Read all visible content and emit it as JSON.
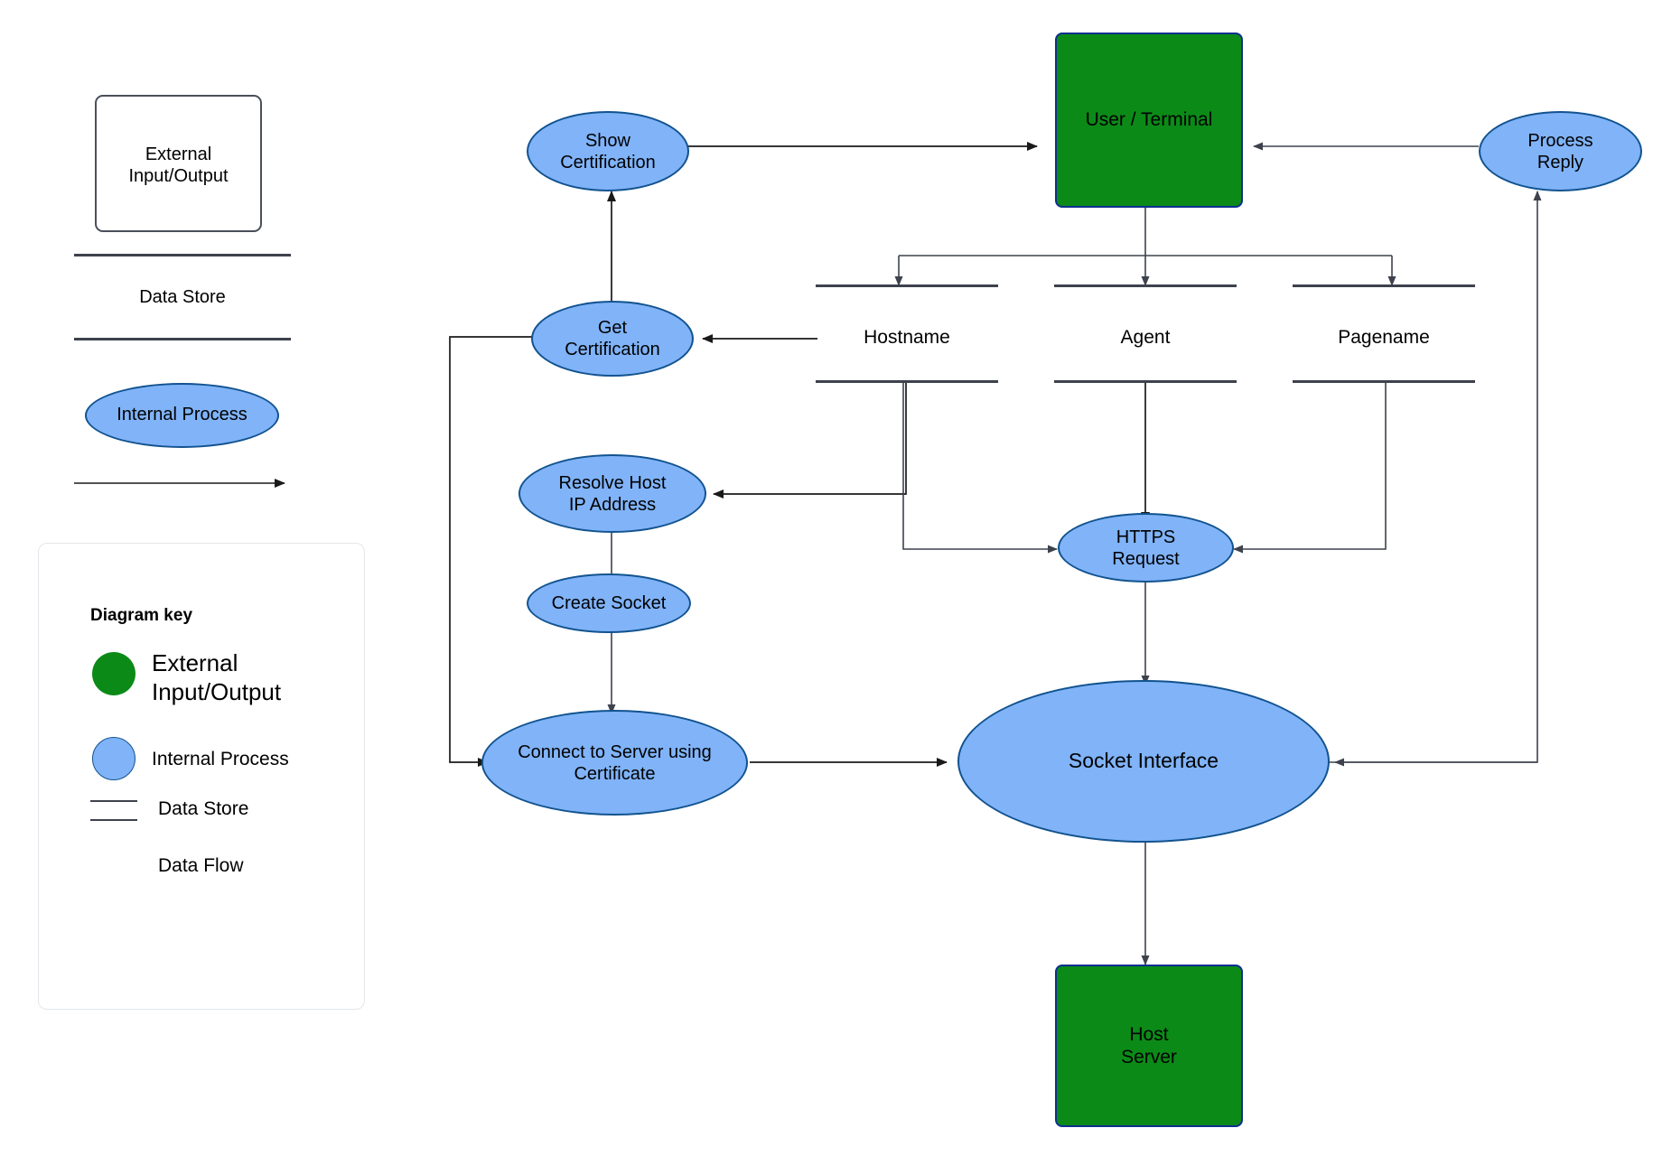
{
  "symbol_legend": {
    "external_box_label": "External\nInput/Output",
    "data_store_label": "Data Store",
    "internal_process_label": "Internal Process",
    "data_flow_arrow": "arrow-right-icon"
  },
  "diagram_key": {
    "title": "Diagram key",
    "items": [
      {
        "label": "External\nInput/Output",
        "swatch": "green-circle-icon",
        "color": "#0c8a18"
      },
      {
        "label": "Internal Process",
        "swatch": "blue-circle-icon",
        "color": "#80b3f8"
      },
      {
        "label": "Data Store",
        "swatch": "double-rule-icon",
        "color": "#3d424d"
      },
      {
        "label": "Data Flow",
        "swatch": "hollow-arrow-icon",
        "color": "#3d424d"
      }
    ]
  },
  "diagram": {
    "title": "",
    "colors": {
      "external": "#0c8a18",
      "external_border": "#0d2f8f",
      "process": "#80b3f8",
      "process_border": "#12538f",
      "flow": "#3d424d",
      "data_store": "#3d424d"
    },
    "external_nodes": [
      {
        "id": "user-terminal",
        "label": "User / Terminal"
      },
      {
        "id": "host-server",
        "label": "Host\nServer"
      }
    ],
    "process_nodes": [
      {
        "id": "show-certification",
        "label": "Show\nCertification"
      },
      {
        "id": "get-certification",
        "label": "Get\nCertification"
      },
      {
        "id": "process-reply",
        "label": "Process\nReply"
      },
      {
        "id": "resolve-host-ip-address",
        "label": "Resolve Host\nIP Address"
      },
      {
        "id": "create-socket",
        "label": "Create Socket"
      },
      {
        "id": "connect-to-server-using-certificate",
        "label": "Connect to Server using\nCertificate"
      },
      {
        "id": "https-request",
        "label": "HTTPS\nRequest"
      },
      {
        "id": "socket-interface",
        "label": "Socket Interface"
      }
    ],
    "data_stores": [
      {
        "id": "hostname",
        "label": "Hostname"
      },
      {
        "id": "agent",
        "label": "Agent"
      },
      {
        "id": "pagename",
        "label": "Pagename"
      }
    ],
    "flows": [
      {
        "from": "show-certification",
        "to": "user-terminal"
      },
      {
        "from": "process-reply",
        "to": "user-terminal"
      },
      {
        "from": "user-terminal",
        "to": "hostname"
      },
      {
        "from": "user-terminal",
        "to": "agent"
      },
      {
        "from": "user-terminal",
        "to": "pagename"
      },
      {
        "from": "get-certification",
        "to": "show-certification"
      },
      {
        "from": "hostname",
        "to": "get-certification"
      },
      {
        "from": "hostname",
        "to": "resolve-host-ip-address"
      },
      {
        "from": "hostname",
        "to": "https-request"
      },
      {
        "from": "agent",
        "to": "https-request"
      },
      {
        "from": "pagename",
        "to": "https-request"
      },
      {
        "from": "resolve-host-ip-address",
        "to": "create-socket"
      },
      {
        "from": "create-socket",
        "to": "connect-to-server-using-certificate"
      },
      {
        "from": "get-certification",
        "to": "connect-to-server-using-certificate"
      },
      {
        "from": "connect-to-server-using-certificate",
        "to": "socket-interface"
      },
      {
        "from": "https-request",
        "to": "socket-interface"
      },
      {
        "from": "socket-interface",
        "to": "host-server"
      },
      {
        "from": "host-server",
        "to": "socket-interface"
      },
      {
        "from": "socket-interface",
        "to": "process-reply"
      }
    ]
  }
}
